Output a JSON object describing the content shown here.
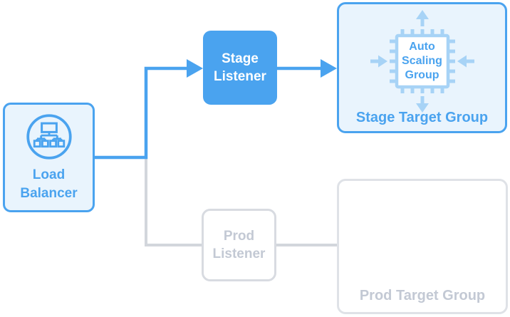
{
  "colors": {
    "accent": "#4aa3ef",
    "box_fill_blue": "#e9f4fd",
    "soft_blue": "#a7d3f6",
    "line_gray": "#d2d6dc",
    "prod_border": "#d8dbe1",
    "prod_border_light": "#dfe2e7",
    "text_gray": "#c3c9d4",
    "white": "#ffffff"
  },
  "nodes": {
    "load_balancer": {
      "label": "Load Balancer",
      "icon": "load-balancer-network-icon"
    },
    "stage_listener": {
      "label": "Stage Listener"
    },
    "prod_listener": {
      "label": "Prod Listener"
    },
    "stage_target_group": {
      "label": "Stage Target Group",
      "auto_scaling_group": {
        "label": "Auto Scaling Group",
        "icon": "cpu-chip-icon"
      }
    },
    "prod_target_group": {
      "label": "Prod Target Group"
    }
  },
  "edges": [
    {
      "from": "load_balancer",
      "to": "stage_listener",
      "state": "active",
      "color": "#4aa3ef",
      "arrowhead": true
    },
    {
      "from": "stage_listener",
      "to": "stage_target_group",
      "state": "active",
      "color": "#4aa3ef",
      "arrowhead": true
    },
    {
      "from": "load_balancer",
      "to": "prod_listener",
      "state": "inactive",
      "color": "#d2d6dc",
      "arrowhead": false
    },
    {
      "from": "prod_listener",
      "to": "prod_target_group",
      "state": "inactive",
      "color": "#d2d6dc",
      "arrowhead": false
    }
  ]
}
